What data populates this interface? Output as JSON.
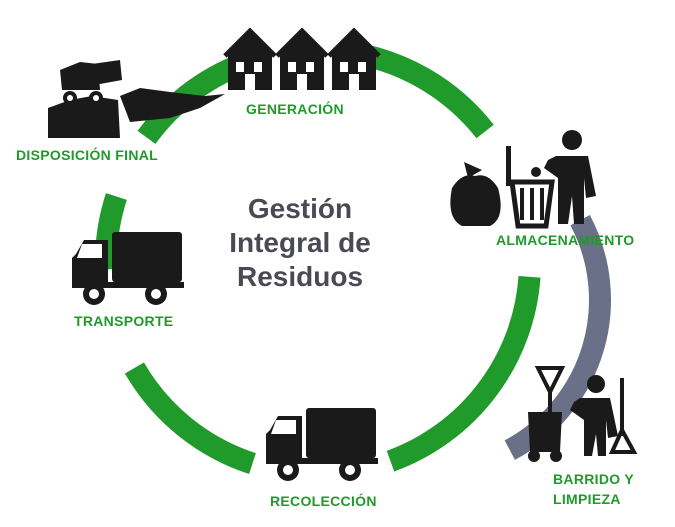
{
  "title_lines": [
    "Gestión",
    "Integral de",
    "Residuos"
  ],
  "stages": {
    "generacion": "GENERACIÓN",
    "almacenamiento": "ALMACENAMIENTO",
    "barrido_line1": "BARRIDO Y",
    "barrido_line2": "LIMPIEZA",
    "recoleccion": "RECOLECCIÓN",
    "transporte": "TRANSPORTE",
    "disposicion": "DISPOSICIÓN FINAL"
  },
  "icons": {
    "generacion": "houses-icon",
    "almacenamiento": "person-trash-bag-bin-icon",
    "barrido": "street-sweeper-icon",
    "recoleccion": "truck-icon",
    "transporte": "truck-icon",
    "disposicion": "landfill-icon"
  },
  "colors": {
    "cycle_arc": "#1f9a2b",
    "secondary_arc": "#6a7088",
    "label": "#1f9a2b",
    "title": "#4a4a55",
    "icon": "#1a1a1a"
  }
}
